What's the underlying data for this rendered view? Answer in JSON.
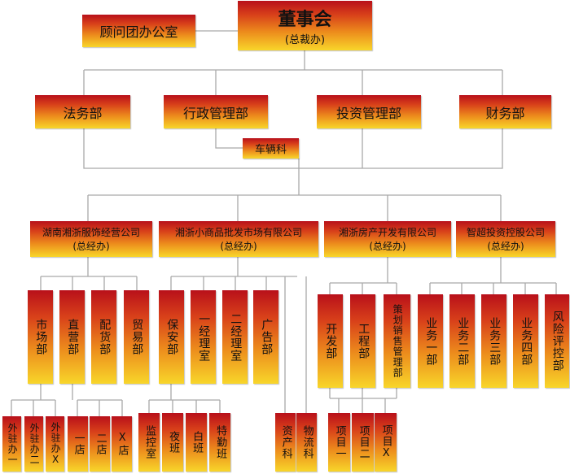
{
  "colors": {
    "line": "#a9a9a9",
    "box_top": "#b8101a",
    "box_mid": "#ec8a1c",
    "box_bottom": "#f8d62a"
  },
  "top": {
    "board_title": "董事会",
    "board_sub": "(总裁办)",
    "advisory": "顾问团办公室"
  },
  "departments": {
    "legal": "法务部",
    "admin": "行政管理部",
    "investment": "投资管理部",
    "finance": "财务部",
    "vehicle": "车辆科"
  },
  "companies": [
    {
      "name": "湖南湘浙服饰经营公司",
      "sub": "(总经办)"
    },
    {
      "name": "湘浙小商品批发市场有限公司",
      "sub": "(总经办)"
    },
    {
      "name": "湘浙房产开发有限公司",
      "sub": "(总经办)"
    },
    {
      "name": "智超投资控股公司",
      "sub": "(总经办)"
    }
  ],
  "c1": {
    "depts": [
      "市场部",
      "直营部",
      "配货部",
      "贸易部"
    ],
    "subs": [
      "外驻办一",
      "外驻办二",
      "外驻办X",
      "一店",
      "二店",
      "X店"
    ]
  },
  "c2": {
    "depts": [
      "保安部",
      "一经理室",
      "二经理室",
      "广告部"
    ],
    "subs": [
      "监控室",
      "夜班",
      "白班",
      "特勤班",
      "资产科",
      "物流科"
    ]
  },
  "c3": {
    "depts": [
      "开发部",
      "工程部",
      "策划销售管理部"
    ],
    "subs": [
      "项目一",
      "项目二",
      "项目X"
    ]
  },
  "c4": {
    "depts": [
      "业务一部",
      "业务二部",
      "业务三部",
      "业务四部",
      "风险评控部"
    ]
  }
}
